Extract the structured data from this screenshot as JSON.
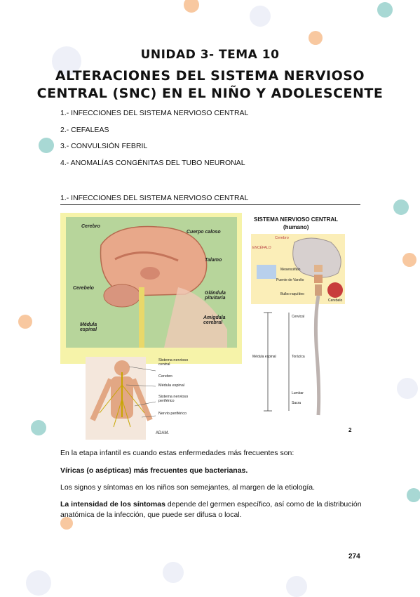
{
  "header": {
    "unit": "UNIDAD 3- TEMA 10",
    "title_line1": "ALTERACIONES DEL SISTEMA NERVIOSO",
    "title_line2": "CENTRAL (SNC) EN EL NIÑO Y ADOLESCENTE"
  },
  "toc": [
    "1.- INFECCIONES DEL SISTEMA NERVIOSO CENTRAL",
    "2.- CEFALEAS",
    "3.- CONVULSIÓN FEBRIL",
    "4.- ANOMALÍAS CONGÉNITAS DEL TUBO NEURONAL"
  ],
  "section_heading": "1.- INFECCIONES DEL SISTEMA NERVIOSO CENTRAL",
  "figure_brain": {
    "labels": {
      "cerebro": "Cerebro",
      "cuerpo_calloso": "Cuerpo caloso",
      "talamo": "Talamo",
      "cerebelo": "Cerebelo",
      "glandula": "Glándula pituitaria",
      "medula": "Médula espinal",
      "amigdala": "Amígdala cerebral"
    }
  },
  "figure_body": {
    "labels": {
      "snc": "Sistema nervioso central",
      "cerebro": "Cerebro",
      "medula": "Médula espinal",
      "snp": "Sistema nervioso periférico",
      "nervio": "Nervio periférico",
      "logo": "ADAM."
    }
  },
  "figure_snc": {
    "title": "SISTEMA NERVIOSO CENTRAL",
    "subtitle": "(humano)",
    "labels": {
      "encefalo": "ENCÉFALO",
      "cerebro": "Cerebro",
      "mesencefalo": "Mesencéfalo",
      "puente": "Puente de Varolio",
      "bulbo": "Bulbo raquídeo",
      "cerebelo": "Cerebelo",
      "cervical": "Cervical",
      "medula": "Médula espinal",
      "toracica": "Torácica",
      "lumbar": "Lumbar",
      "sacra": "Sacra"
    },
    "number": "2"
  },
  "paragraphs": {
    "p1": "En la etapa infantil es cuando estas enfermedades más frecuentes son:",
    "p2": "Víricas (o asépticas) más frecuentes que bacterianas.",
    "p3": "Los signos y síntomas en los niños son semejantes, al margen de la etiología.",
    "p4_bold": "La intensidad de los síntomas",
    "p4_rest": " depende del germen específico, así como de la distribución anatómica de la infección, que puede ser difusa o local."
  },
  "page_number": "274"
}
